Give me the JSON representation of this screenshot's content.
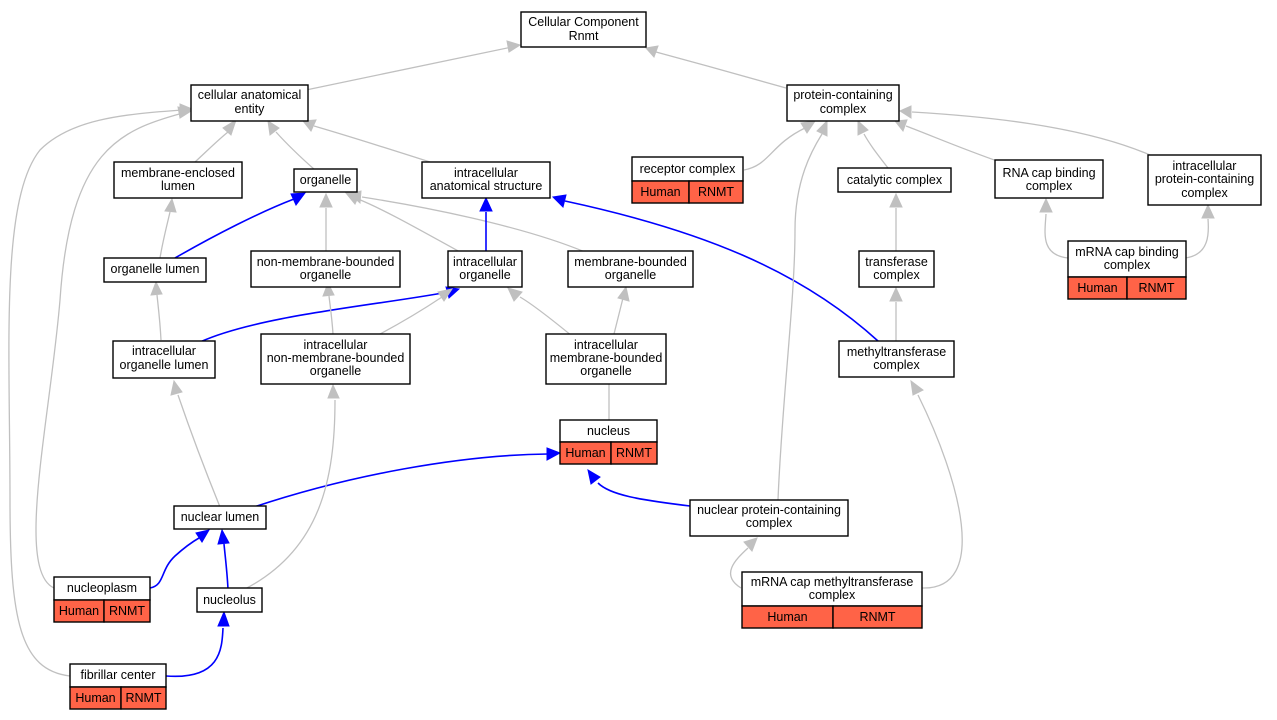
{
  "graph": {
    "root": {
      "line1": "Cellular Component",
      "line2": "Rnmt"
    },
    "nodes": {
      "cae": {
        "line1": "cellular anatomical",
        "line2": "entity"
      },
      "pcc": {
        "line1": "protein-containing",
        "line2": "complex"
      },
      "mel": {
        "line1": "membrane-enclosed",
        "line2": "lumen"
      },
      "org": {
        "line1": "organelle"
      },
      "ias": {
        "line1": "intracellular",
        "line2": "anatomical structure"
      },
      "rec": {
        "line1": "receptor complex",
        "tag1": "Human",
        "tag2": "RNMT"
      },
      "cat": {
        "line1": "catalytic complex"
      },
      "rcb": {
        "line1": "RNA cap binding",
        "line2": "complex"
      },
      "ipc": {
        "line1": "intracellular",
        "line2": "protein-containing",
        "line3": "complex"
      },
      "orl": {
        "line1": "organelle lumen"
      },
      "nmb": {
        "line1": "non-membrane-bounded",
        "line2": "organelle"
      },
      "io": {
        "line1": "intracellular",
        "line2": "organelle"
      },
      "mbo": {
        "line1": "membrane-bounded",
        "line2": "organelle"
      },
      "trc": {
        "line1": "transferase",
        "line2": "complex"
      },
      "mcb": {
        "line1": "mRNA cap binding",
        "line2": "complex",
        "tag1": "Human",
        "tag2": "RNMT"
      },
      "iol": {
        "line1": "intracellular",
        "line2": "organelle lumen"
      },
      "inm": {
        "line1": "intracellular",
        "line2": "non-membrane-bounded",
        "line3": "organelle"
      },
      "imb": {
        "line1": "intracellular",
        "line2": "membrane-bounded",
        "line3": "organelle"
      },
      "mtc": {
        "line1": "methyltransferase",
        "line2": "complex"
      },
      "nuc": {
        "line1": "nucleus",
        "tag1": "Human",
        "tag2": "RNMT"
      },
      "nul": {
        "line1": "nuclear lumen"
      },
      "npc": {
        "line1": "nuclear protein-containing",
        "line2": "complex"
      },
      "npl": {
        "line1": "nucleoplasm",
        "tag1": "Human",
        "tag2": "RNMT"
      },
      "nlo": {
        "line1": "nucleolus"
      },
      "mcm": {
        "line1": "mRNA cap methyltransferase",
        "line2": "complex",
        "tag1": "Human",
        "tag2": "RNMT"
      },
      "fib": {
        "line1": "fibrillar center",
        "tag1": "Human",
        "tag2": "RNMT"
      }
    },
    "colors": {
      "relation_gray": "#c0c0c0",
      "relation_blue": "#0000ff",
      "annotation_fill": "#ff6347",
      "border": "#000000"
    },
    "edges": [
      {
        "from": "cae",
        "to": "root",
        "kind": "is_a"
      },
      {
        "from": "pcc",
        "to": "root",
        "kind": "is_a"
      },
      {
        "from": "mel",
        "to": "cae",
        "kind": "is_a"
      },
      {
        "from": "org",
        "to": "cae",
        "kind": "is_a"
      },
      {
        "from": "ias",
        "to": "cae",
        "kind": "is_a"
      },
      {
        "from": "rec",
        "to": "pcc",
        "kind": "is_a"
      },
      {
        "from": "cat",
        "to": "pcc",
        "kind": "is_a"
      },
      {
        "from": "rcb",
        "to": "pcc",
        "kind": "is_a"
      },
      {
        "from": "ipc",
        "to": "pcc",
        "kind": "is_a"
      },
      {
        "from": "orl",
        "to": "mel",
        "kind": "is_a"
      },
      {
        "from": "orl",
        "to": "org",
        "kind": "part_of"
      },
      {
        "from": "nmb",
        "to": "org",
        "kind": "is_a"
      },
      {
        "from": "io",
        "to": "org",
        "kind": "is_a"
      },
      {
        "from": "mbo",
        "to": "org",
        "kind": "is_a"
      },
      {
        "from": "io",
        "to": "ias",
        "kind": "part_of"
      },
      {
        "from": "trc",
        "to": "cat",
        "kind": "is_a"
      },
      {
        "from": "mcb",
        "to": "rcb",
        "kind": "is_a"
      },
      {
        "from": "mcb",
        "to": "ipc",
        "kind": "is_a"
      },
      {
        "from": "iol",
        "to": "orl",
        "kind": "is_a"
      },
      {
        "from": "iol",
        "to": "io",
        "kind": "part_of"
      },
      {
        "from": "inm",
        "to": "nmb",
        "kind": "is_a"
      },
      {
        "from": "inm",
        "to": "io",
        "kind": "is_a"
      },
      {
        "from": "imb",
        "to": "io",
        "kind": "is_a"
      },
      {
        "from": "imb",
        "to": "mbo",
        "kind": "is_a"
      },
      {
        "from": "mtc",
        "to": "trc",
        "kind": "is_a"
      },
      {
        "from": "mtc",
        "to": "ias",
        "kind": "part_of"
      },
      {
        "from": "nuc",
        "to": "imb",
        "kind": "is_a"
      },
      {
        "from": "nul",
        "to": "iol",
        "kind": "is_a"
      },
      {
        "from": "nul",
        "to": "nuc",
        "kind": "part_of"
      },
      {
        "from": "npc",
        "to": "nuc",
        "kind": "part_of"
      },
      {
        "from": "npc",
        "to": "pcc",
        "kind": "is_a"
      },
      {
        "from": "npl",
        "to": "nul",
        "kind": "part_of"
      },
      {
        "from": "npl",
        "to": "cae",
        "kind": "is_a"
      },
      {
        "from": "nlo",
        "to": "nul",
        "kind": "part_of"
      },
      {
        "from": "nlo",
        "to": "inm",
        "kind": "is_a"
      },
      {
        "from": "mcm",
        "to": "npc",
        "kind": "is_a"
      },
      {
        "from": "mcm",
        "to": "mtc",
        "kind": "is_a"
      },
      {
        "from": "fib",
        "to": "nlo",
        "kind": "part_of"
      },
      {
        "from": "fib",
        "to": "cae",
        "kind": "is_a"
      }
    ]
  }
}
